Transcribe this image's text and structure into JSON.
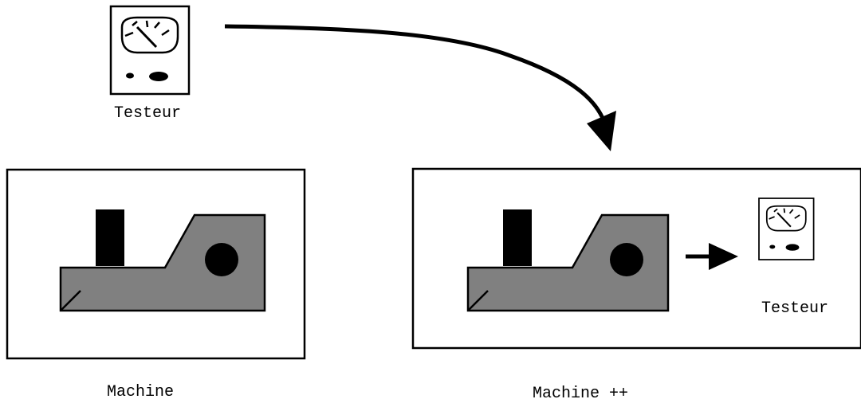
{
  "labels": {
    "tester_top": "Testeur",
    "machine": "Machine",
    "machine_plus": "Machine ++",
    "tester_inner": "Testeur"
  },
  "colors": {
    "stroke": "#000000",
    "machine_body": "#808080",
    "background": "#ffffff"
  },
  "icons": {
    "tester": "gauge-meter-icon",
    "machine": "machine-tool-icon",
    "arrow": "arrow-icon"
  }
}
